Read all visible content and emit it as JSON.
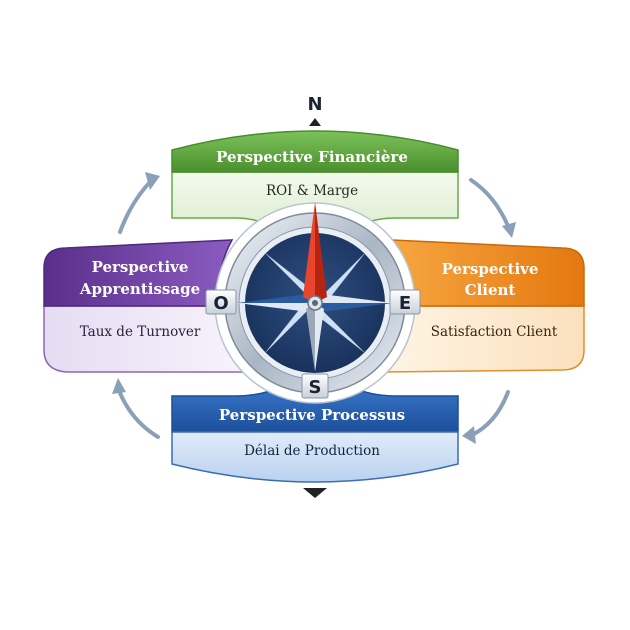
{
  "compass": {
    "north": "N",
    "south": "S",
    "east": "E",
    "west": "O"
  },
  "perspectives": {
    "financial": {
      "title": "Perspective Financière",
      "kpi": "ROI & Marge",
      "color": "#5fa43a"
    },
    "customer": {
      "title_line1": "Perspective",
      "title_line2": "Client",
      "kpi": "Satisfaction Client",
      "color": "#ee8a1c"
    },
    "process": {
      "title": "Perspective Processus",
      "kpi": "Délai de Production",
      "color": "#2a66b8"
    },
    "learning": {
      "title_line1": "Perspective",
      "title_line2": "Apprentissage",
      "kpi": "Taux de Turnover",
      "color": "#6a3f98"
    }
  },
  "arrows": {
    "icon": "cycle-arrow-icon",
    "color": "#8aa0b8"
  }
}
